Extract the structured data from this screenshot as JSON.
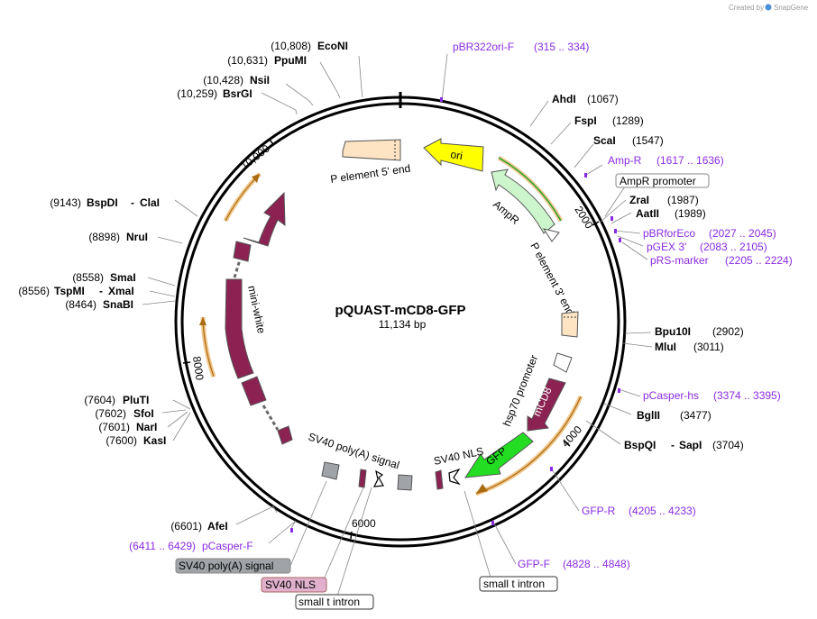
{
  "header": {
    "created_by": "Created by",
    "brand": "SnapGene"
  },
  "plasmid": {
    "name": "pQUAST-mCD8-GFP",
    "size_label": "11,134 bp"
  },
  "ticks": [
    "10,000",
    "2000",
    "4000",
    "6000",
    "8000"
  ],
  "sites": {
    "econi": {
      "pos": "(10,808)",
      "name": "EcoNI"
    },
    "ppumi": {
      "pos": "(10,631)",
      "name": "PpuMI"
    },
    "nsii": {
      "pos": "(10,428)",
      "name": "NsiI"
    },
    "bsrgi": {
      "pos": "(10,259)",
      "name": "BsrGI"
    },
    "ahdi": {
      "pos": "(1067)",
      "name": "AhdI"
    },
    "fspi": {
      "pos": "(1289)",
      "name": "FspI"
    },
    "scai": {
      "pos": "(1547)",
      "name": "ScaI"
    },
    "zrai": {
      "pos": "(1987)",
      "name": "ZraI"
    },
    "aatii": {
      "pos": "(1989)",
      "name": "AatII"
    },
    "bpu10i": {
      "pos": "(2902)",
      "name": "Bpu10I"
    },
    "mlui": {
      "pos": "(3011)",
      "name": "MluI"
    },
    "bglii": {
      "pos": "(3477)",
      "name": "BglII"
    },
    "bspqi": {
      "pos": "(3704)",
      "name": "BspQI",
      "sep": "-",
      "name2": "SapI"
    },
    "bspdi": {
      "pos": "(9143)",
      "name": "BspDI",
      "sep": "-",
      "name2": "ClaI"
    },
    "drui": {
      "pos": "(8898)",
      "name": "NruI"
    },
    "smai": {
      "pos": "(8558)",
      "name": "SmaI"
    },
    "tspmi": {
      "pos": "(8556)",
      "name": "TspMI",
      "sep": "-",
      "name2": "XmaI"
    },
    "snabi": {
      "pos": "(8464)",
      "name": "SnaBI"
    },
    "pluti": {
      "pos": "(7604)",
      "name": "PluTI"
    },
    "sfoi": {
      "pos": "(7602)",
      "name": "SfoI"
    },
    "nari": {
      "pos": "(7601)",
      "name": "NarI"
    },
    "kasi": {
      "pos": "(7600)",
      "name": "KasI"
    },
    "afei": {
      "pos": "(6601)",
      "name": "AfeI"
    }
  },
  "primers": {
    "pbr322": {
      "name": "pBR322ori-F",
      "range": "(315 .. 334)"
    },
    "ampr_r": {
      "name": "Amp-R",
      "range": "(1617 .. 1636)"
    },
    "pbrforeco": {
      "name": "pBRforEco",
      "range": "(2027 .. 2045)"
    },
    "pgex3": {
      "name": "pGEX 3'",
      "range": "(2083 .. 2105)"
    },
    "prs": {
      "name": "pRS-marker",
      "range": "(2205 .. 2224)"
    },
    "pcasper_hs": {
      "name": "pCasper-hs",
      "range": "(3374 .. 3395)"
    },
    "gfp_r": {
      "name": "GFP-R",
      "range": "(4205 .. 4233)"
    },
    "gfp_f": {
      "name": "GFP-F",
      "range": "(4828 .. 4848)"
    },
    "pcasper_f": {
      "name": "pCasper-F",
      "range": "(6411 .. 6429)"
    }
  },
  "features": {
    "ampr_promoter": "AmpR promoter",
    "p5": "P element 5' end",
    "ori": "ori",
    "ampr": "AmpR",
    "p3": "P element 3' end",
    "hsp70": "hsp70 promoter",
    "mcd8": "mCD8",
    "gfp": "GFP",
    "sv40nls_inner": "SV40 NLS",
    "sv40polya_inner": "SV40 poly(A)  signal",
    "miniwhite": "mini-white",
    "sv40polya_box": "SV40 poly(A) signal",
    "sv40nls_box": "SV40 NLS",
    "small_t_1": "small t intron",
    "small_t_2": "small t intron"
  },
  "colors": {
    "ori": "#ffff00",
    "ampr": "#ccf5cc",
    "p_element": "#ffe4c4",
    "mini_white": "#8b2252",
    "gfp": "#22dd22",
    "primer": "#8a2be2",
    "orf": "#e6a040",
    "grey_feature": "#a0a4a8",
    "nls": "#cc99bb"
  }
}
